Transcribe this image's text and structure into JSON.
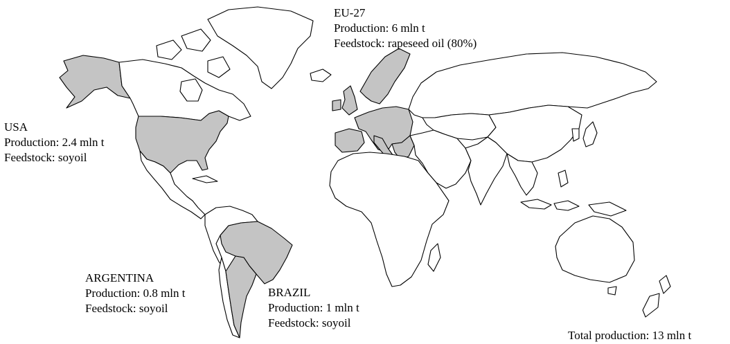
{
  "map": {
    "highlight_color": "#c4c4c4",
    "outline_color": "#000000",
    "highlighted_regions": [
      "USA",
      "EU-27",
      "Brazil",
      "Argentina"
    ]
  },
  "labels": {
    "eu": {
      "name": "EU-27",
      "production": "Production: 6 mln t",
      "feedstock": "Feedstock: rapeseed oil (80%)"
    },
    "usa": {
      "name": "USA",
      "production": "Production: 2.4 mln t",
      "feedstock": "Feedstock: soyoil"
    },
    "argentina": {
      "name": "ARGENTINA",
      "production": "Production: 0.8 mln t",
      "feedstock": "Feedstock: soyoil"
    },
    "brazil": {
      "name": "BRAZIL",
      "production": "Production: 1 mln t",
      "feedstock": "Feedstock: soyoil"
    },
    "total": "Total production: 13 mln t"
  }
}
